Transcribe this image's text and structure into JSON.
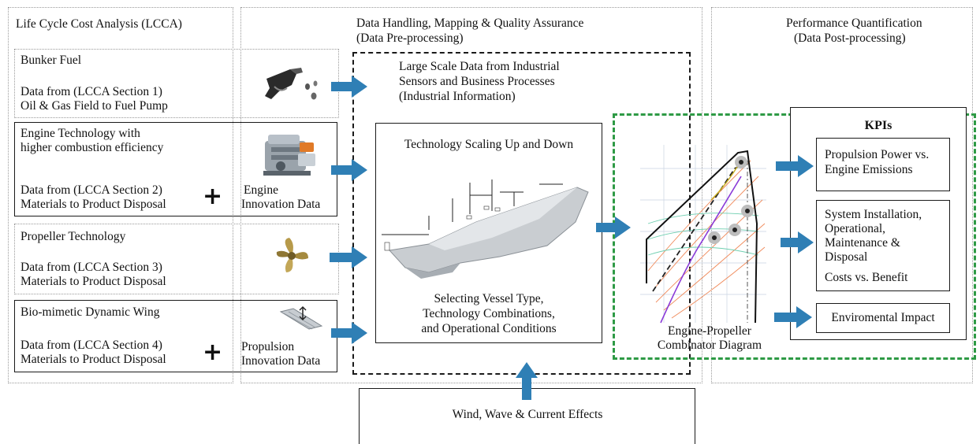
{
  "sections": {
    "lcca_title": "Life Cycle Cost Analysis (LCCA)",
    "data_handling_line1": "Data Handling, Mapping & Quality Assurance",
    "data_handling_line2": "(Data Pre-processing)",
    "performance_line1": "Performance Quantification",
    "performance_line2": "(Data Post-processing)"
  },
  "lcca_boxes": [
    {
      "title": "Bunker Fuel",
      "line1": "Data from (LCCA Section 1)",
      "line2": "Oil & Gas Field to Fuel Pump",
      "icon": "fuel-nozzle-icon"
    },
    {
      "title_line1": "Engine Technology with",
      "title_line2": "higher combustion efficiency",
      "line1": "Data from (LCCA Section 2)",
      "line2": "Materials to Product Disposal",
      "plus": "+",
      "extra_line1": "Engine",
      "extra_line2": "Innovation Data",
      "icon": "engine-icon"
    },
    {
      "title": "Propeller Technology",
      "line1": "Data from (LCCA Section 3)",
      "line2": "Materials to  Product Disposal",
      "icon": "propeller-icon"
    },
    {
      "title": "Bio-mimetic Dynamic Wing",
      "line1": "Data from (LCCA Section 4)",
      "line2": "Materials to  Product Disposal",
      "plus": "+",
      "extra_line1": "Propulsion",
      "extra_line2": "Innovation Data",
      "icon": "wing-icon"
    }
  ],
  "data_handling": {
    "large_scale_line1": "Large Scale Data from Industrial",
    "large_scale_line2": "Sensors and Business Processes",
    "large_scale_line3": "(Industrial Information)",
    "scaling_title": "Technology Scaling Up and Down",
    "selecting_line1": "Selecting Vessel Type,",
    "selecting_line2": "Technology Combinations,",
    "selecting_line3": "and Operational Conditions"
  },
  "combinator": {
    "caption_line1": "Engine-Propeller",
    "caption_line2": "Combinator Diagram"
  },
  "kpis": {
    "title": "KPIs",
    "item1_line1": "Propulsion Power vs.",
    "item1_line2": "Engine Emissions",
    "item2_line1": "System Installation,",
    "item2_line2": "Operational,",
    "item2_line3": "Maintenance &",
    "item2_line4": "Disposal",
    "item2_line5": "Costs vs. Benefit",
    "item3": "Enviromental Impact"
  },
  "external": {
    "label": "Wind, Wave & Current Effects"
  },
  "colors": {
    "arrow": "#2f7fb5",
    "green_dashed": "#2e9a45",
    "dotted_border": "#9a9a9a"
  }
}
